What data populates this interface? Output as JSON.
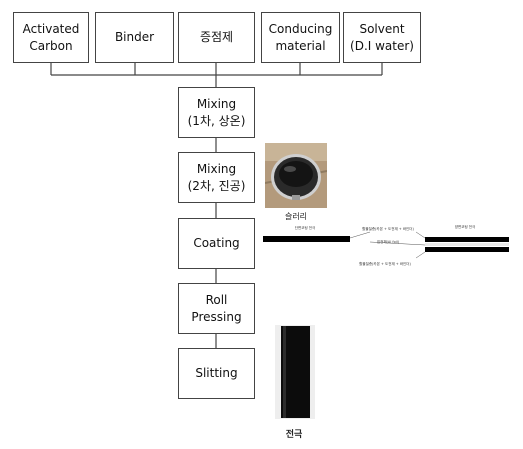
{
  "materials": [
    {
      "label": "Activated\nCarbon"
    },
    {
      "label": "Binder"
    },
    {
      "label": "증점제"
    },
    {
      "label": "Conducing\nmaterial"
    },
    {
      "label": "Solvent\n(D.I water)"
    }
  ],
  "steps": [
    {
      "label": "Mixing\n(1차, 상온)"
    },
    {
      "label": "Mixing\n(2차, 진공)"
    },
    {
      "label": "Coating"
    },
    {
      "label": "Roll\nPressing"
    },
    {
      "label": "Slitting"
    }
  ],
  "slurry_caption": "슬러리",
  "electrode_caption": "전극",
  "coating_labels": {
    "left_top": "단면코팅 전극",
    "right_top": "양면코팅 전극",
    "upper_note": "활물질층(카본 + 도전재 + 바인더)",
    "middle_note": "집전체(Al foil)",
    "lower_note": "활물질층(카본 + 도전재 + 바인더)"
  }
}
